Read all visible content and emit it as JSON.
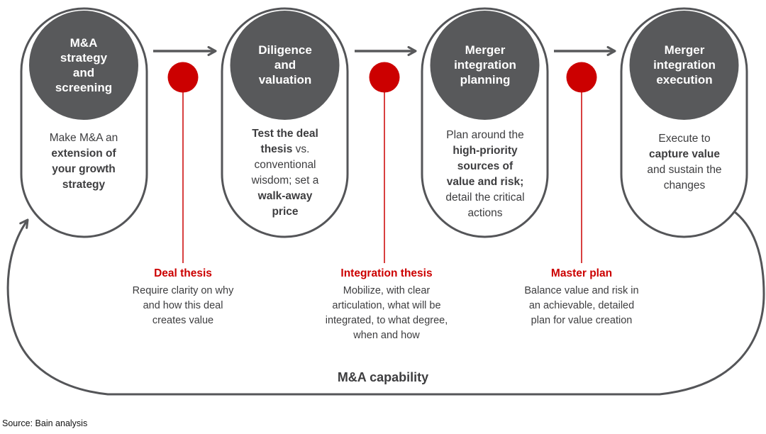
{
  "colors": {
    "accent_red": "#cc0000",
    "node_gray": "#58595b",
    "line_gray": "#545558",
    "text_gray": "#3d3d3f"
  },
  "stages": [
    {
      "title_lines": [
        "M&A",
        "strategy",
        "and",
        "screening"
      ],
      "desc_lines": [
        {
          "t": "Make M&A an"
        },
        {
          "t": "extension of"
        },
        {
          "t": "your growth"
        },
        {
          "t": "strategy"
        }
      ]
    },
    {
      "title_lines": [
        "Diligence",
        "and",
        "valuation"
      ],
      "desc_lines": [
        {
          "t": "Test the deal"
        },
        {
          "t1": "thesis",
          "t2": " vs."
        },
        {
          "t": "conventional"
        },
        {
          "t": "wisdom; set a"
        },
        {
          "t": "walk-away"
        },
        {
          "t": "price"
        }
      ]
    },
    {
      "title_lines": [
        "Merger",
        "integration",
        "planning"
      ],
      "desc_lines": [
        {
          "t": "Plan around the"
        },
        {
          "t": "high-priority"
        },
        {
          "t": "sources of"
        },
        {
          "t": "value and risk;"
        },
        {
          "t": "detail the critical"
        },
        {
          "t": "actions"
        }
      ]
    },
    {
      "title_lines": [
        "Merger",
        "integration",
        "execution"
      ],
      "desc_lines": [
        {
          "t": "Execute to"
        },
        {
          "t": "capture value"
        },
        {
          "t": "and sustain the"
        },
        {
          "t": "changes"
        }
      ]
    }
  ],
  "callouts": [
    {
      "title": "Deal thesis",
      "body_lines": [
        "Require clarity on why",
        "and how this deal",
        "creates value"
      ]
    },
    {
      "title": "Integration thesis",
      "body_lines": [
        "Mobilize, with clear",
        "articulation, what will be",
        "integrated, to what degree,",
        "when and how"
      ]
    },
    {
      "title": "Master plan",
      "body_lines": [
        "Balance value and risk in",
        "an achievable, detailed",
        "plan for value creation"
      ]
    }
  ],
  "loop_label": "M&A capability",
  "source": "Source: Bain analysis"
}
